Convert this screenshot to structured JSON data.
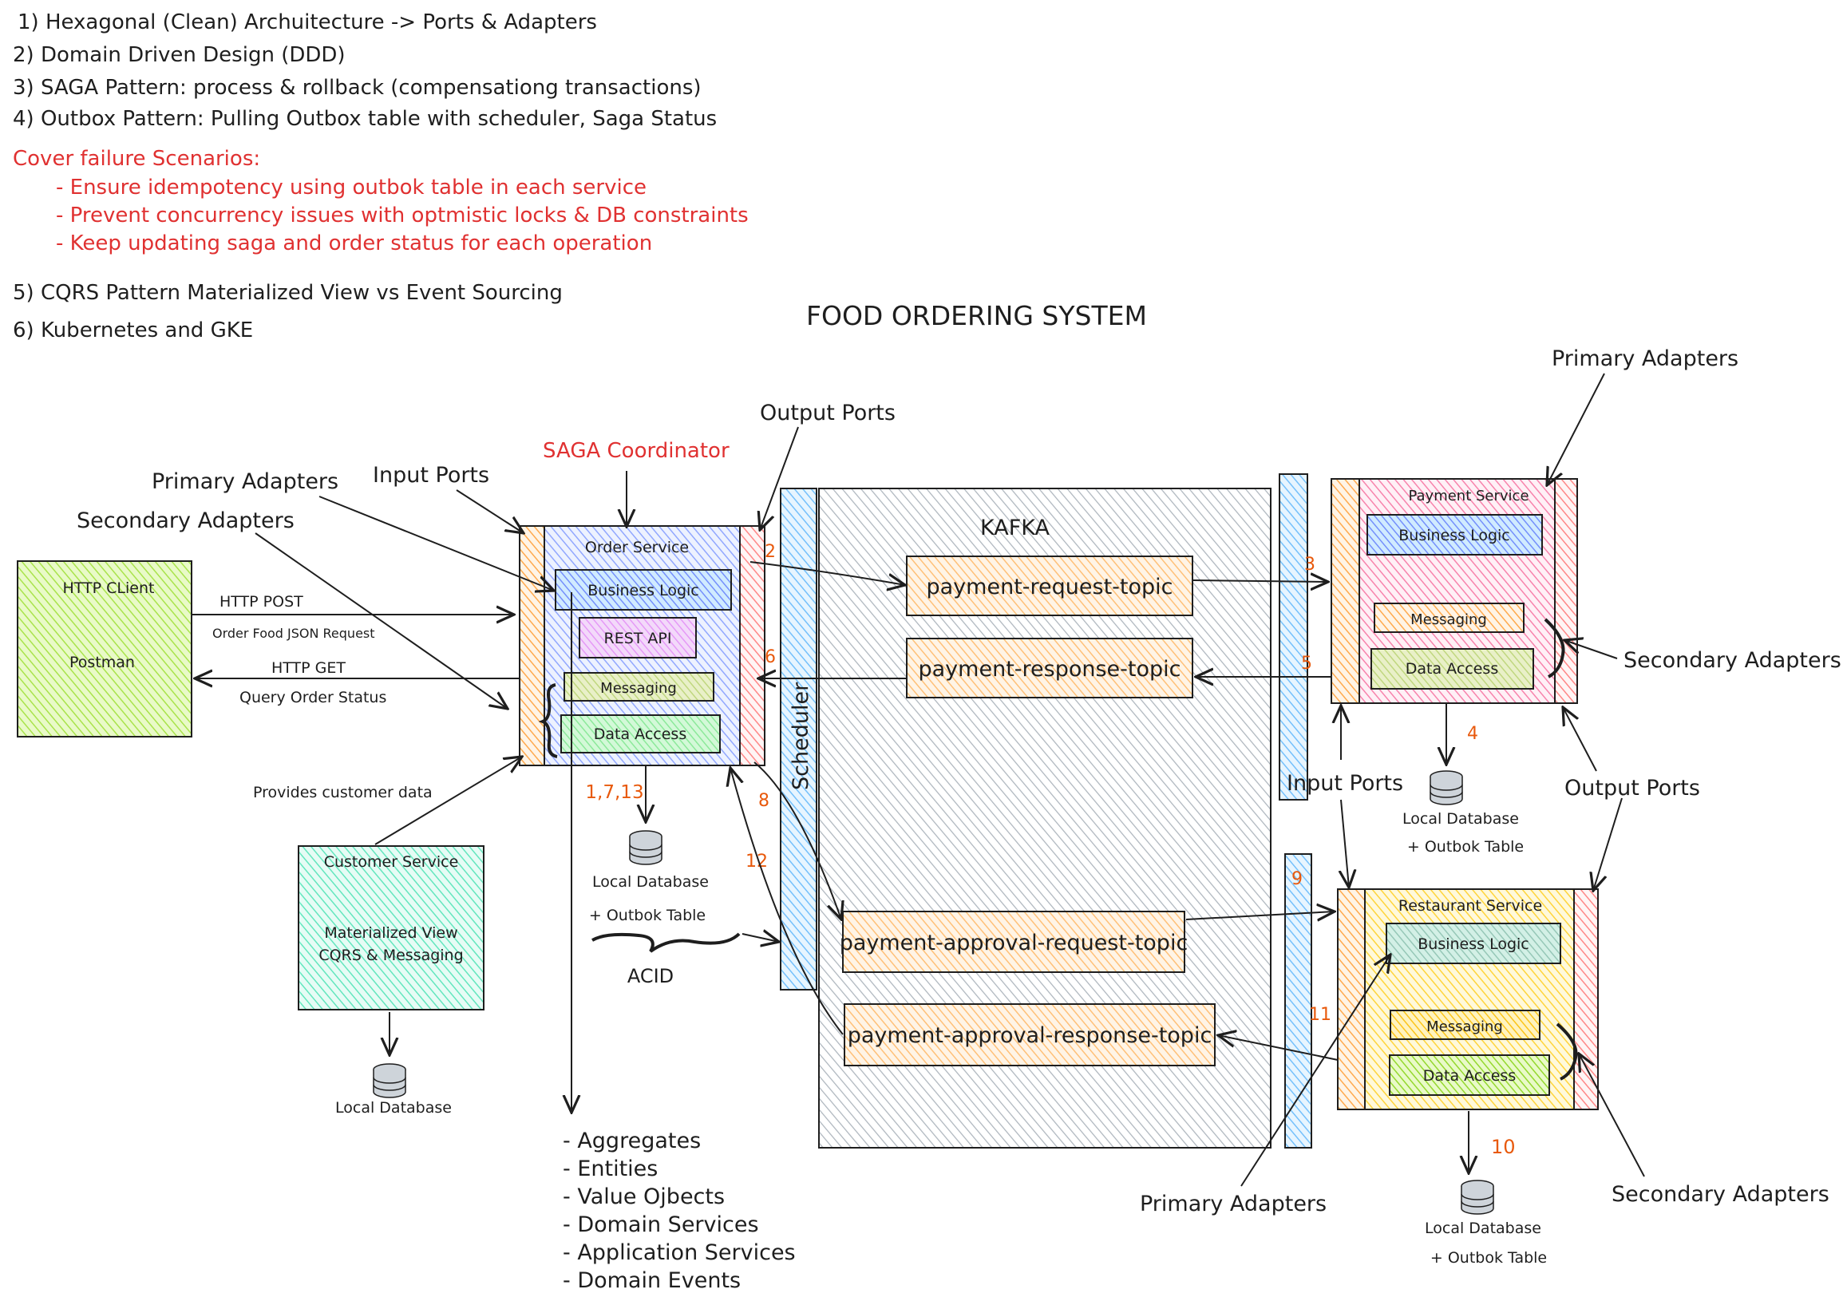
{
  "notes": {
    "line1": "1) Hexagonal (Clean) Archuitecture -> Ports & Adapters",
    "line2": "2) Domain Driven Design (DDD)",
    "line3": "3) SAGA Pattern: process & rollback (compensationg transactions)",
    "line4": "4) Outbox Pattern: Pulling Outbox table with scheduler, Saga Status",
    "failure_title": "Cover failure Scenarios:",
    "failure1": "- Ensure idempotency using outbok table in each service",
    "failure2": "- Prevent concurrency issues with optmistic locks & DB constraints",
    "failure3": "- Keep updating saga and order status for each operation",
    "line5": "5) CQRS Pattern Materialized View vs Event Sourcing",
    "line6": "6) Kubernetes and GKE"
  },
  "title": "FOOD ORDERING SYSTEM",
  "labels": {
    "primary_adapters": "Primary Adapters",
    "secondary_adapters": "Secondary Adapters",
    "input_ports": "Input Ports",
    "output_ports": "Output Ports",
    "saga_coordinator": "SAGA Coordinator",
    "provides_customer_data": "Provides customer data",
    "acid": "ACID"
  },
  "client": {
    "line1": "HTTP CLient",
    "line2": "Postman",
    "post": "HTTP POST",
    "post_desc": "Order Food JSON Request",
    "get": "HTTP GET",
    "get_desc": "Query Order Status"
  },
  "order_service": {
    "title": "Order Service",
    "business_logic": "Business Logic",
    "rest_api": "REST API",
    "messaging": "Messaging",
    "data_access": "Data Access",
    "db_step": "1,7,13",
    "db_line1": "Local Database",
    "db_line2": "+ Outbok Table"
  },
  "domain_list": [
    "- Aggregates",
    "- Entities",
    "- Value Ojbects",
    "- Domain Services",
    "- Application Services",
    "- Domain Events"
  ],
  "customer_service": {
    "title": "Customer Service",
    "line1": "Materialized View",
    "line2": "CQRS & Messaging",
    "db": "Local Database"
  },
  "scheduler": "Scheduler",
  "kafka": {
    "title": "KAFKA",
    "topics": [
      "payment-request-topic",
      "payment-response-topic",
      "payment-approval-request-topic",
      "payment-approval-response-topic"
    ]
  },
  "payment_service": {
    "title": "Payment Service",
    "business_logic": "Business Logic",
    "messaging": "Messaging",
    "data_access": "Data Access",
    "db_line1": "Local Database",
    "db_line2": "+ Outbok Table"
  },
  "restaurant_service": {
    "title": "Restaurant Service",
    "business_logic": "Business Logic",
    "messaging": "Messaging",
    "data_access": "Data Access",
    "db_line1": "Local Database",
    "db_line2": "+ Outbok Table"
  },
  "steps": [
    "2",
    "3",
    "4",
    "5",
    "6",
    "8",
    "9",
    "10",
    "11",
    "12"
  ],
  "colors": {
    "stroke": "#1e1e1e",
    "red_text": "#e03131",
    "step_orange": "#e8590c",
    "kafka_fill": "#dee2e6",
    "blue_fill": "#a5d8ff",
    "topic_fill": "#ffe8cc",
    "client_fill": "#d8f5a2",
    "customer_fill": "#96f2d7",
    "order_fill": "#dbe4ff",
    "payment_fill": "#fcc2d7",
    "restaurant_fill": "#fff3bf",
    "port_orange": "#ffd8a8",
    "port_red": "#ffc9c9"
  }
}
